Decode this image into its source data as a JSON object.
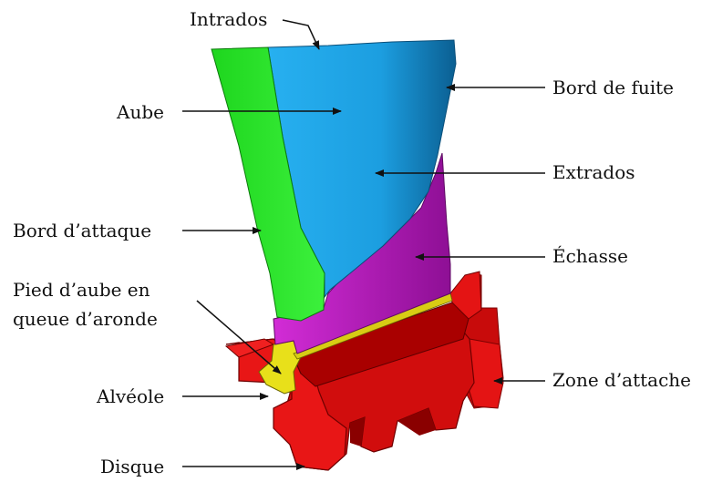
{
  "labels": {
    "intrados": "Intrados",
    "aube": "Aube",
    "bord_de_fuite": "Bord de fuite",
    "extrados": "Extrados",
    "bord_attaque": "Bord d’attaque",
    "echasse": "Échasse",
    "pied_line1": "Pied d’aube en",
    "pied_line2": "queue d’aronde",
    "alveole": "Alvéole",
    "zone_attache": "Zone d’attache",
    "disque": "Disque"
  },
  "colors": {
    "blade_blue": "#1aa3e6",
    "blade_blue_dark": "#0e6fa8",
    "leading_edge_green": "#22e022",
    "echasse_magenta": "#c21fc8",
    "foot_yellow": "#e8e01a",
    "disk_red": "#e01010",
    "disk_red_dark": "#a80000",
    "arrow": "#111111"
  }
}
